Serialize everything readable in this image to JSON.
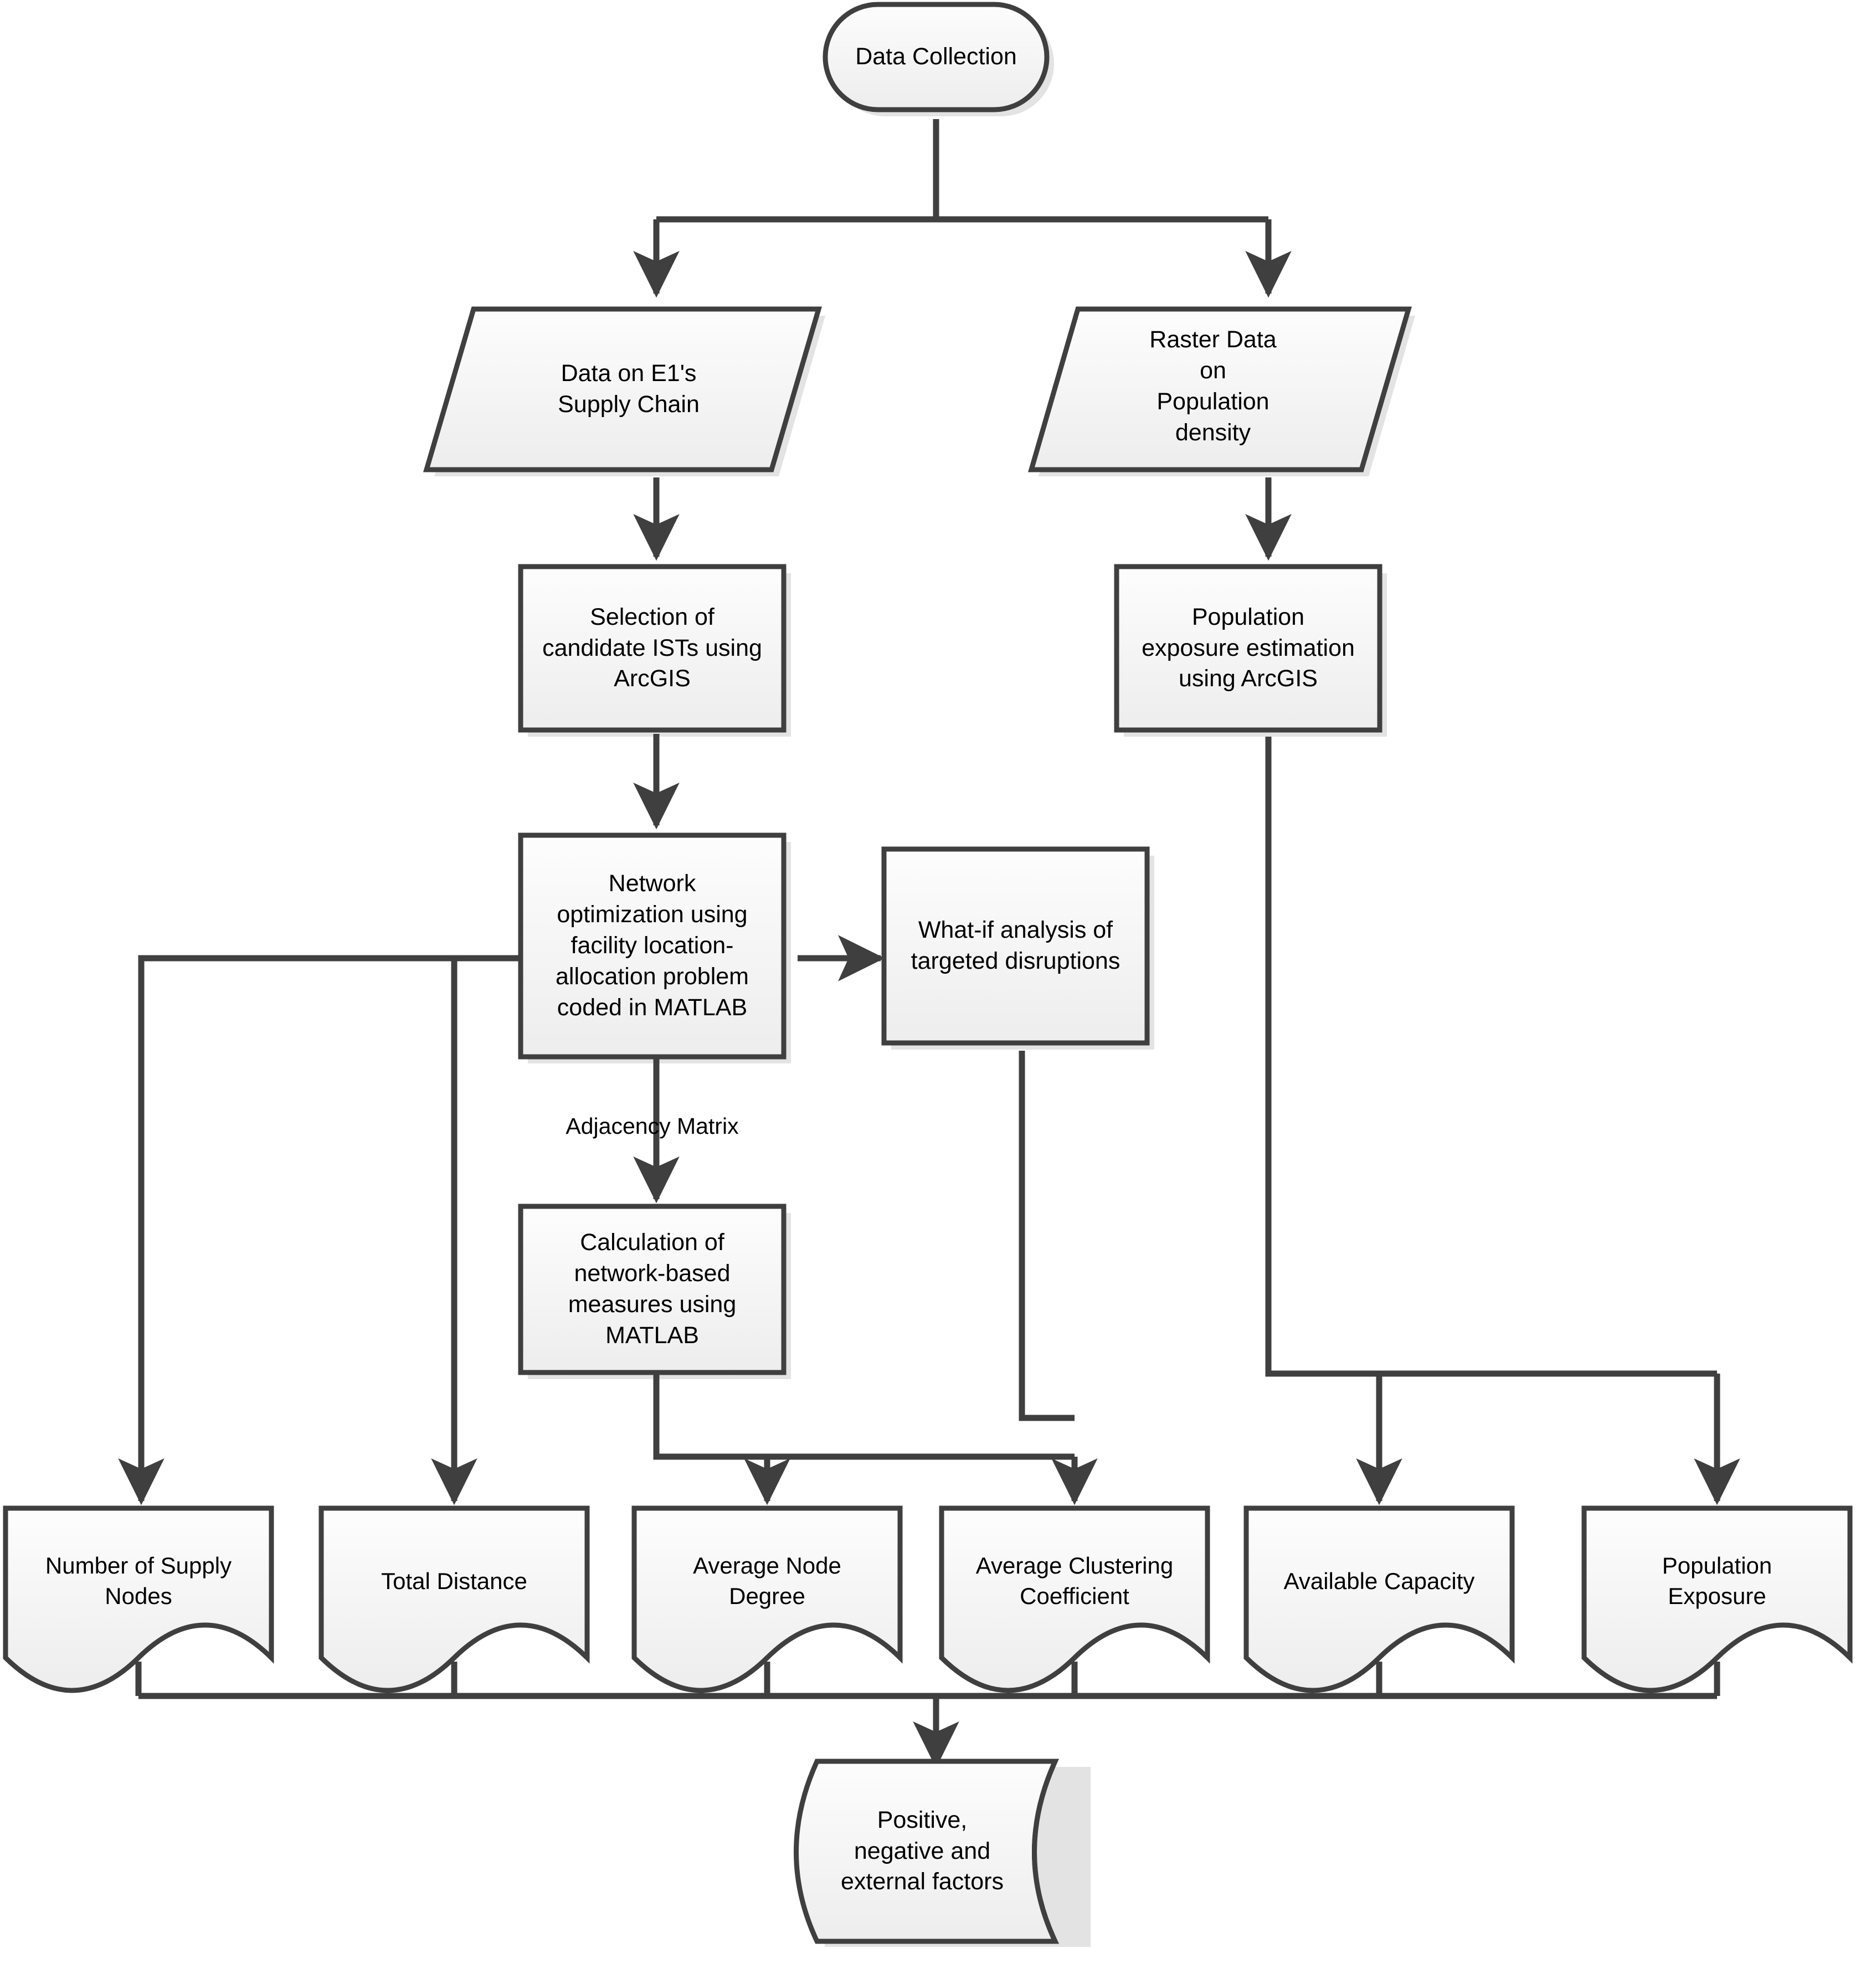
{
  "diagram": {
    "title": "Research methodology flowchart",
    "colors": {
      "stroke": "#3f3f3f",
      "fill_top": "#fcfcfc",
      "fill_bottom": "#efefef",
      "text": "#000000",
      "background": "#ffffff",
      "shadow": "#d9d9d9"
    }
  },
  "nodes": {
    "start": {
      "label": "Data Collection",
      "shape": "stadium"
    },
    "data_supply_chain": {
      "label": "Data on E1's\nSupply Chain",
      "shape": "parallelogram"
    },
    "raster_population": {
      "label": "Raster Data\non\nPopulation\ndensity",
      "shape": "parallelogram"
    },
    "selection_ists": {
      "label": "Selection of\ncandidate ISTs using\nArcGIS",
      "shape": "process"
    },
    "population_exposure_estimation": {
      "label": "Population\nexposure estimation\nusing ArcGIS",
      "shape": "process"
    },
    "network_optimization": {
      "label": "Network\noptimization using\nfacility location-\nallocation problem\ncoded in MATLAB",
      "shape": "process"
    },
    "what_if_analysis": {
      "label": "What-if analysis of\ntargeted disruptions",
      "shape": "process"
    },
    "calculation_measures": {
      "label": "Calculation of\nnetwork-based\nmeasures using\nMATLAB",
      "shape": "process"
    },
    "number_supply_nodes": {
      "label": "Number of Supply\nNodes",
      "shape": "document"
    },
    "total_distance": {
      "label": "Total Distance",
      "shape": "document"
    },
    "average_node_degree": {
      "label": "Average Node\nDegree",
      "shape": "document"
    },
    "average_clustering_coefficient": {
      "label": "Average Clustering\nCoefficient",
      "shape": "document"
    },
    "available_capacity": {
      "label": "Available Capacity",
      "shape": "document"
    },
    "population_exposure": {
      "label": "Population\nExposure",
      "shape": "document"
    },
    "factors": {
      "label": "Positive,\nnegative and\nexternal factors",
      "shape": "cylinder"
    }
  },
  "edge_labels": {
    "adjacency_matrix": "Adjacency Matrix"
  }
}
